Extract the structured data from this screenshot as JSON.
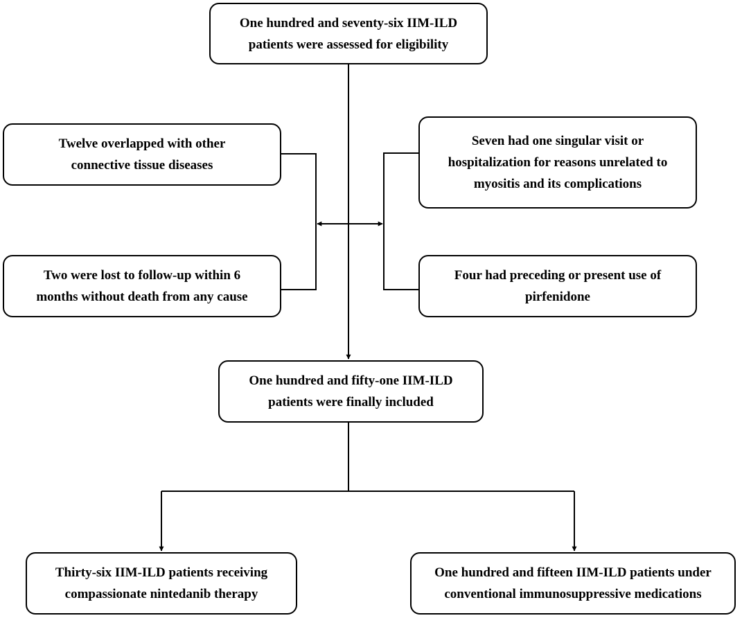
{
  "boxes": {
    "assessed": {
      "line1": "One hundred and seventy-six IIM-ILD",
      "line2": "patients were assessed for eligibility"
    },
    "exclusion_ctd": {
      "line1": "Twelve overlapped with other",
      "line2": "connective tissue diseases"
    },
    "exclusion_lost": {
      "line1": "Two were lost to follow-up within 6",
      "line2": "months without death from any cause"
    },
    "exclusion_visit": {
      "line1": "Seven had one singular visit or",
      "line2": "hospitalization for reasons unrelated to",
      "line3": "myositis and its complications"
    },
    "exclusion_pirfenidone": {
      "line1": "Four had preceding or present use of",
      "line2": "pirfenidone"
    },
    "included": {
      "line1": "One hundred and fifty-one IIM-ILD",
      "line2": "patients were finally included"
    },
    "nintedanib": {
      "line1": "Thirty-six IIM-ILD patients receiving",
      "line2": "compassionate nintedanib therapy"
    },
    "conventional": {
      "line1": "One hundred and fifteen IIM-ILD patients under",
      "line2": "conventional immunosuppressive medications"
    }
  },
  "colors": {
    "stroke": "#000000",
    "background": "#ffffff"
  }
}
